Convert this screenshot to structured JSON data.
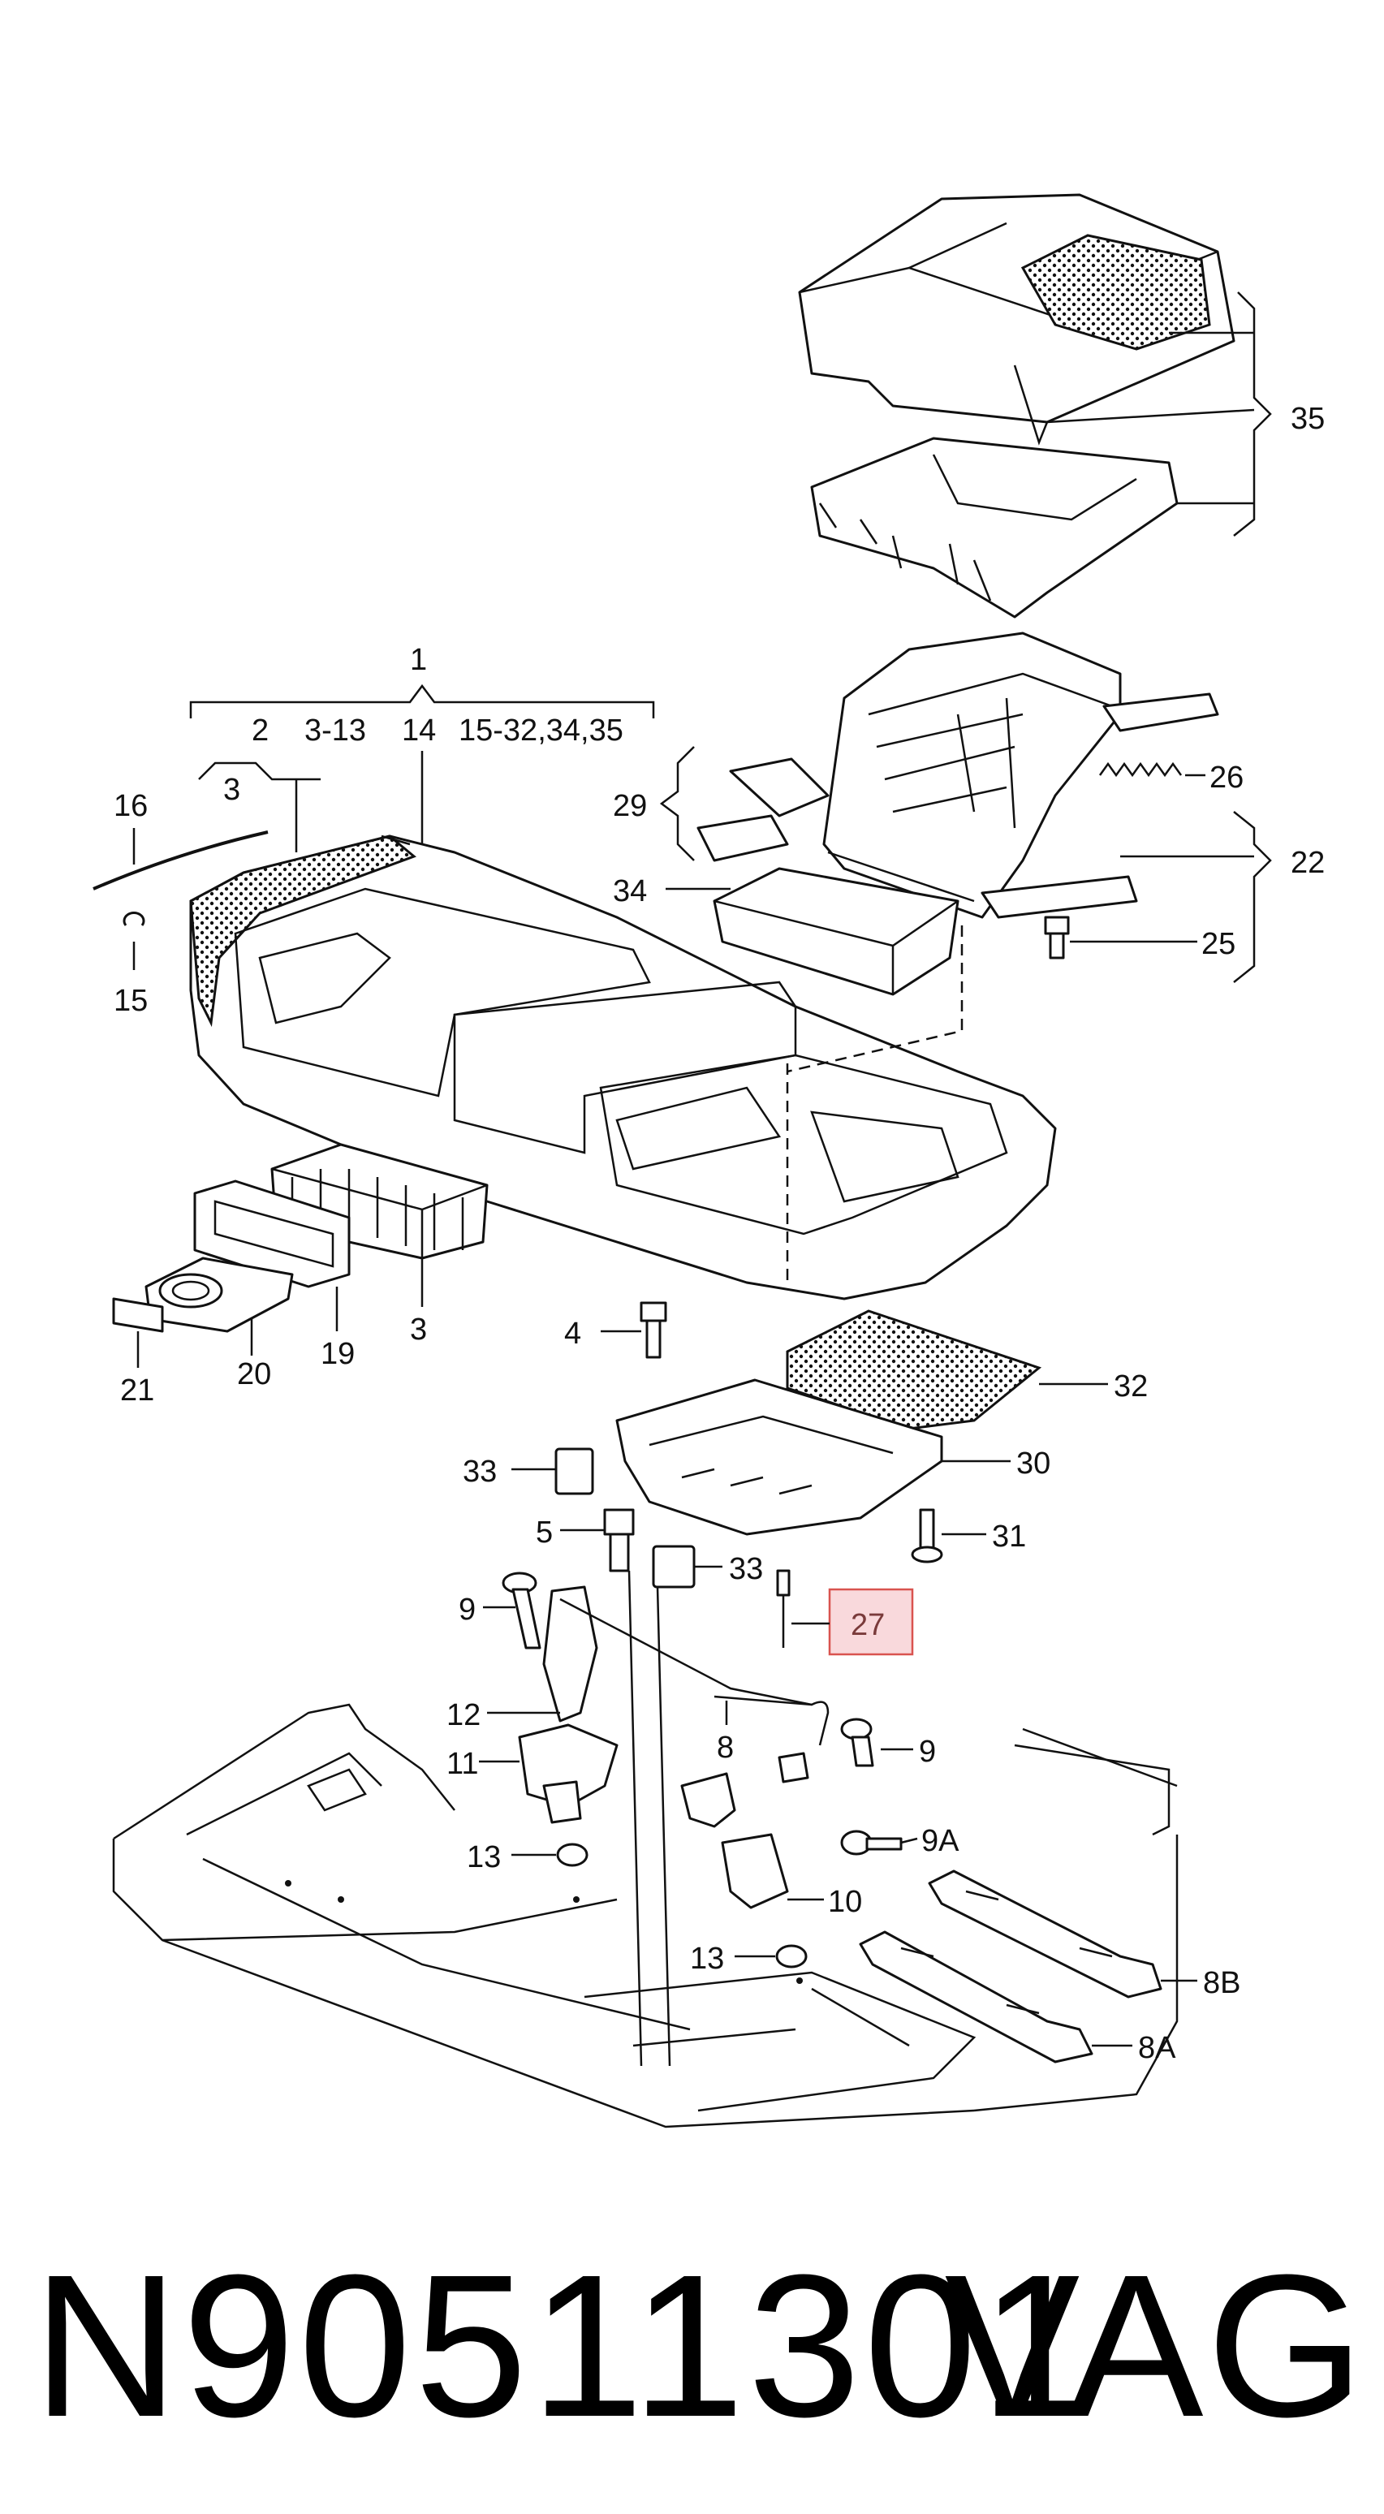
{
  "diagram": {
    "callouts": {
      "c1": "1",
      "c2": "2",
      "c3a": "3",
      "c3_13": "3-13",
      "c14": "14",
      "c15_32": "15-32,34,35",
      "c16": "16",
      "c15": "15",
      "c35": "35",
      "c29": "29",
      "c34": "34",
      "c26": "26",
      "c22": "22",
      "c25": "25",
      "c3b": "3",
      "c19": "19",
      "c20": "20",
      "c21": "21",
      "c4": "4",
      "c32": "32",
      "c30": "30",
      "c33a": "33",
      "c31": "31",
      "c5": "5",
      "c33b": "33",
      "c27": "27",
      "c9a": "9",
      "c12": "12",
      "c8": "8",
      "c9b": "9",
      "c11": "11",
      "c9A": "9A",
      "c13a": "13",
      "c10": "10",
      "c13b": "13",
      "c8B": "8B",
      "c8A": "8A"
    },
    "highlight_color": "#f9d9dc",
    "highlight_stroke": "#d9534f"
  },
  "footer": {
    "part_number": "N90511301",
    "brand": "VAG"
  }
}
